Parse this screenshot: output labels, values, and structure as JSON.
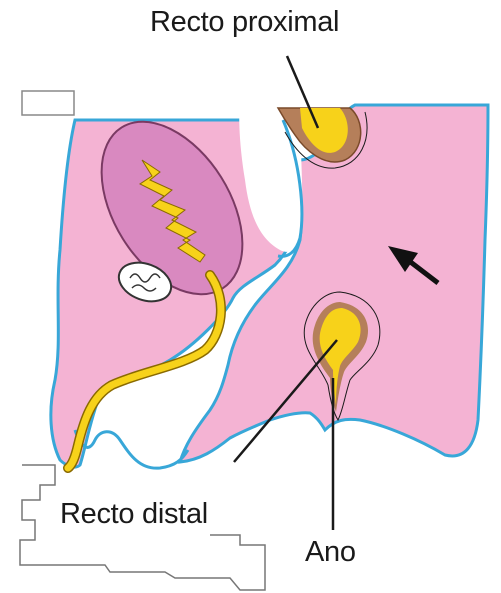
{
  "labels": {
    "proximal_rectum": "Recto proximal",
    "distal_rectum": "Recto distal",
    "anus": "Ano"
  },
  "colors": {
    "tissue_pink": "#f4b3d3",
    "outline_blue": "#38a7d8",
    "lumen_yellow": "#f7d21a",
    "bladder_magenta": "#d989c0",
    "muscle_brown": "#b57f5a",
    "leader_line": "#1a1a1a"
  },
  "icons": [
    "direction-arrow-icon"
  ]
}
